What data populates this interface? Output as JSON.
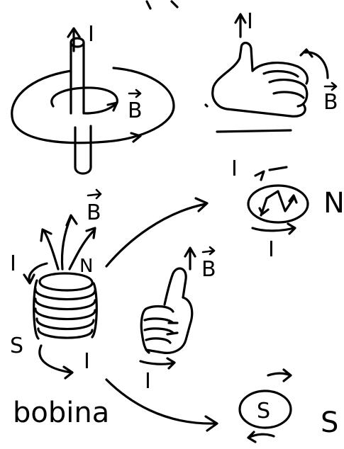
{
  "labels": {
    "current_top": "I",
    "field_top": "B",
    "current_hand_top": "I",
    "field_hand_top": "B",
    "current_north_top": "I",
    "north_pole": "N",
    "current_north_bottom": "I",
    "field_coil": "B",
    "current_coil_left": "I",
    "north_coil": "N",
    "field_hand_bottom": "B",
    "south_coil": "S",
    "current_coil_bottom": "I",
    "current_hand_bottom": "I",
    "coil_caption": "bobina",
    "south_loop_letter": "S",
    "south_pole": "S"
  }
}
